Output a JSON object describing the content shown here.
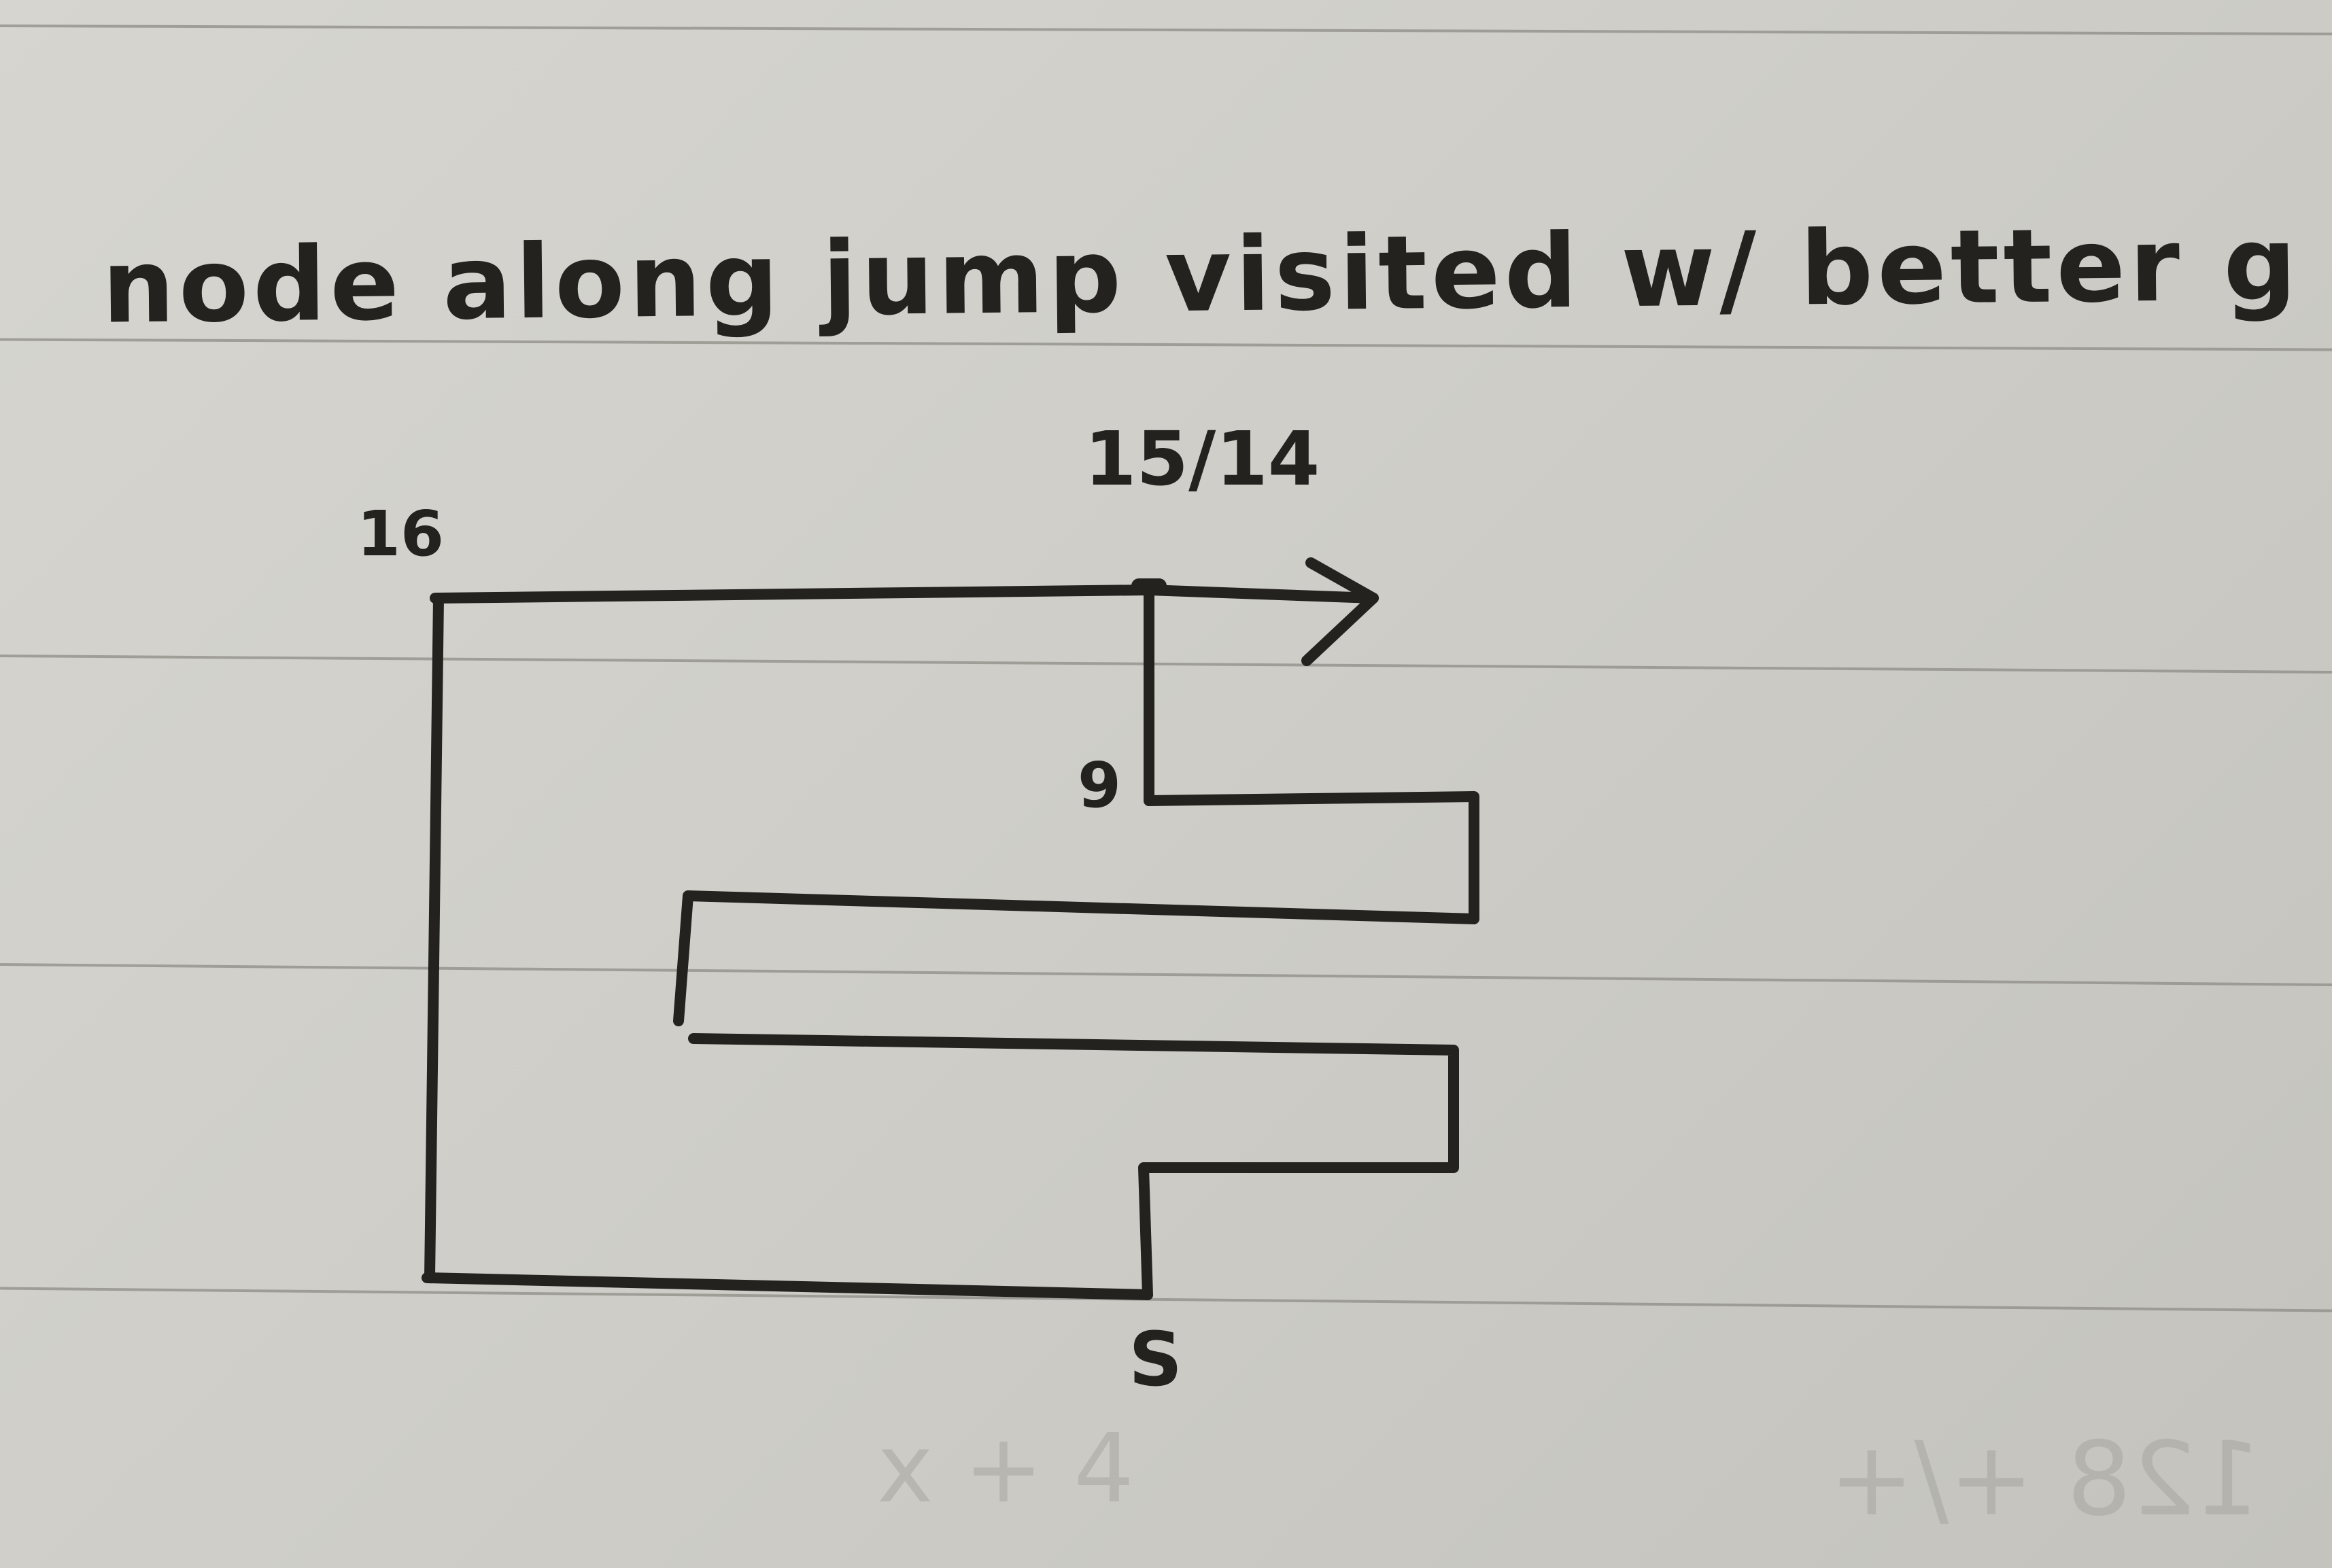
{
  "note": {
    "title": "node along jump visited w/ better g :",
    "labels": {
      "top_left": "16",
      "top_node": "15/14",
      "middle_node": "9",
      "start": "S"
    },
    "bleed_through": {
      "left": "x + 4",
      "right": "128 +/+"
    },
    "ink_color": "#23221f",
    "paper_color": "#d2d1cb"
  }
}
